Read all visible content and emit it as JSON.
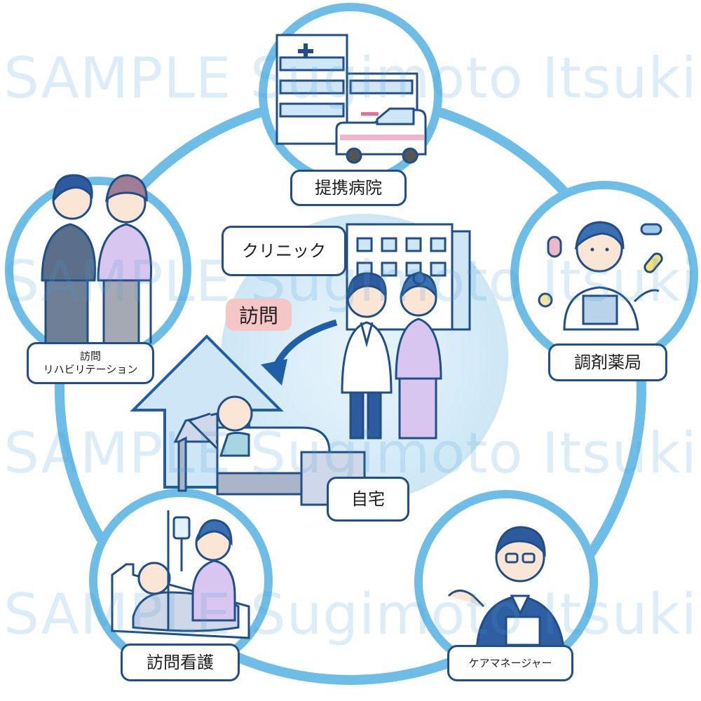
{
  "center": {
    "clinic_label": "クリニック",
    "visit_label": "訪問",
    "home_label": "自宅"
  },
  "nodes": {
    "hospital": "提携病院",
    "pharmacy": "調剤薬局",
    "care_manager": "ケアマネージャー",
    "nursing": "訪問看護",
    "rehab_line1": "訪問",
    "rehab_line2": "リハビリテーション"
  },
  "watermark": "SAMPLE Sugimoto Itsuki",
  "colors": {
    "ring": "#6dbde6",
    "outline": "#1f4f86",
    "accent_pink": "#f5c6c6",
    "blue_arrow": "#1f5fa8",
    "light_fill": "#dff0fa"
  },
  "icons": [
    "hospital-icon",
    "ambulance-icon",
    "pharmacist-icon",
    "care-manager-icon",
    "nurse-icon",
    "rehab-icon",
    "clinic-building-icon",
    "doctor-icon",
    "home-icon",
    "bed-patient-icon",
    "visit-arrow-icon"
  ]
}
